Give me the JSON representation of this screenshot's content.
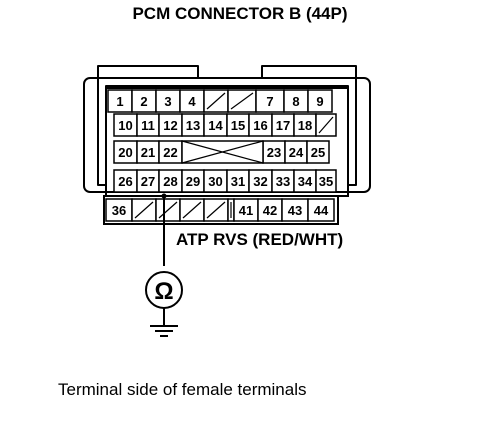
{
  "title": "PCM CONNECTOR B (44P)",
  "signal_label": "ATP RVS (RED/WHT)",
  "meter_symbol": "Ω",
  "caption": "Terminal side of female terminals",
  "rows": [
    [
      "1",
      "2",
      "3",
      "4",
      "",
      "",
      "7",
      "8",
      "9"
    ],
    [
      "10",
      "11",
      "12",
      "13",
      "14",
      "15",
      "16",
      "17",
      "18",
      ""
    ],
    [
      "20",
      "21",
      "22",
      "",
      "",
      "",
      "",
      "23",
      "24",
      "25"
    ],
    [
      "26",
      "27",
      "28",
      "29",
      "30",
      "31",
      "32",
      "33",
      "34",
      "35"
    ],
    [
      "36",
      "",
      "",
      "",
      "",
      "",
      "41",
      "42",
      "43",
      "44"
    ]
  ],
  "probe_terminal": "28",
  "icons": [
    "ohmmeter-icon",
    "ground-icon"
  ]
}
